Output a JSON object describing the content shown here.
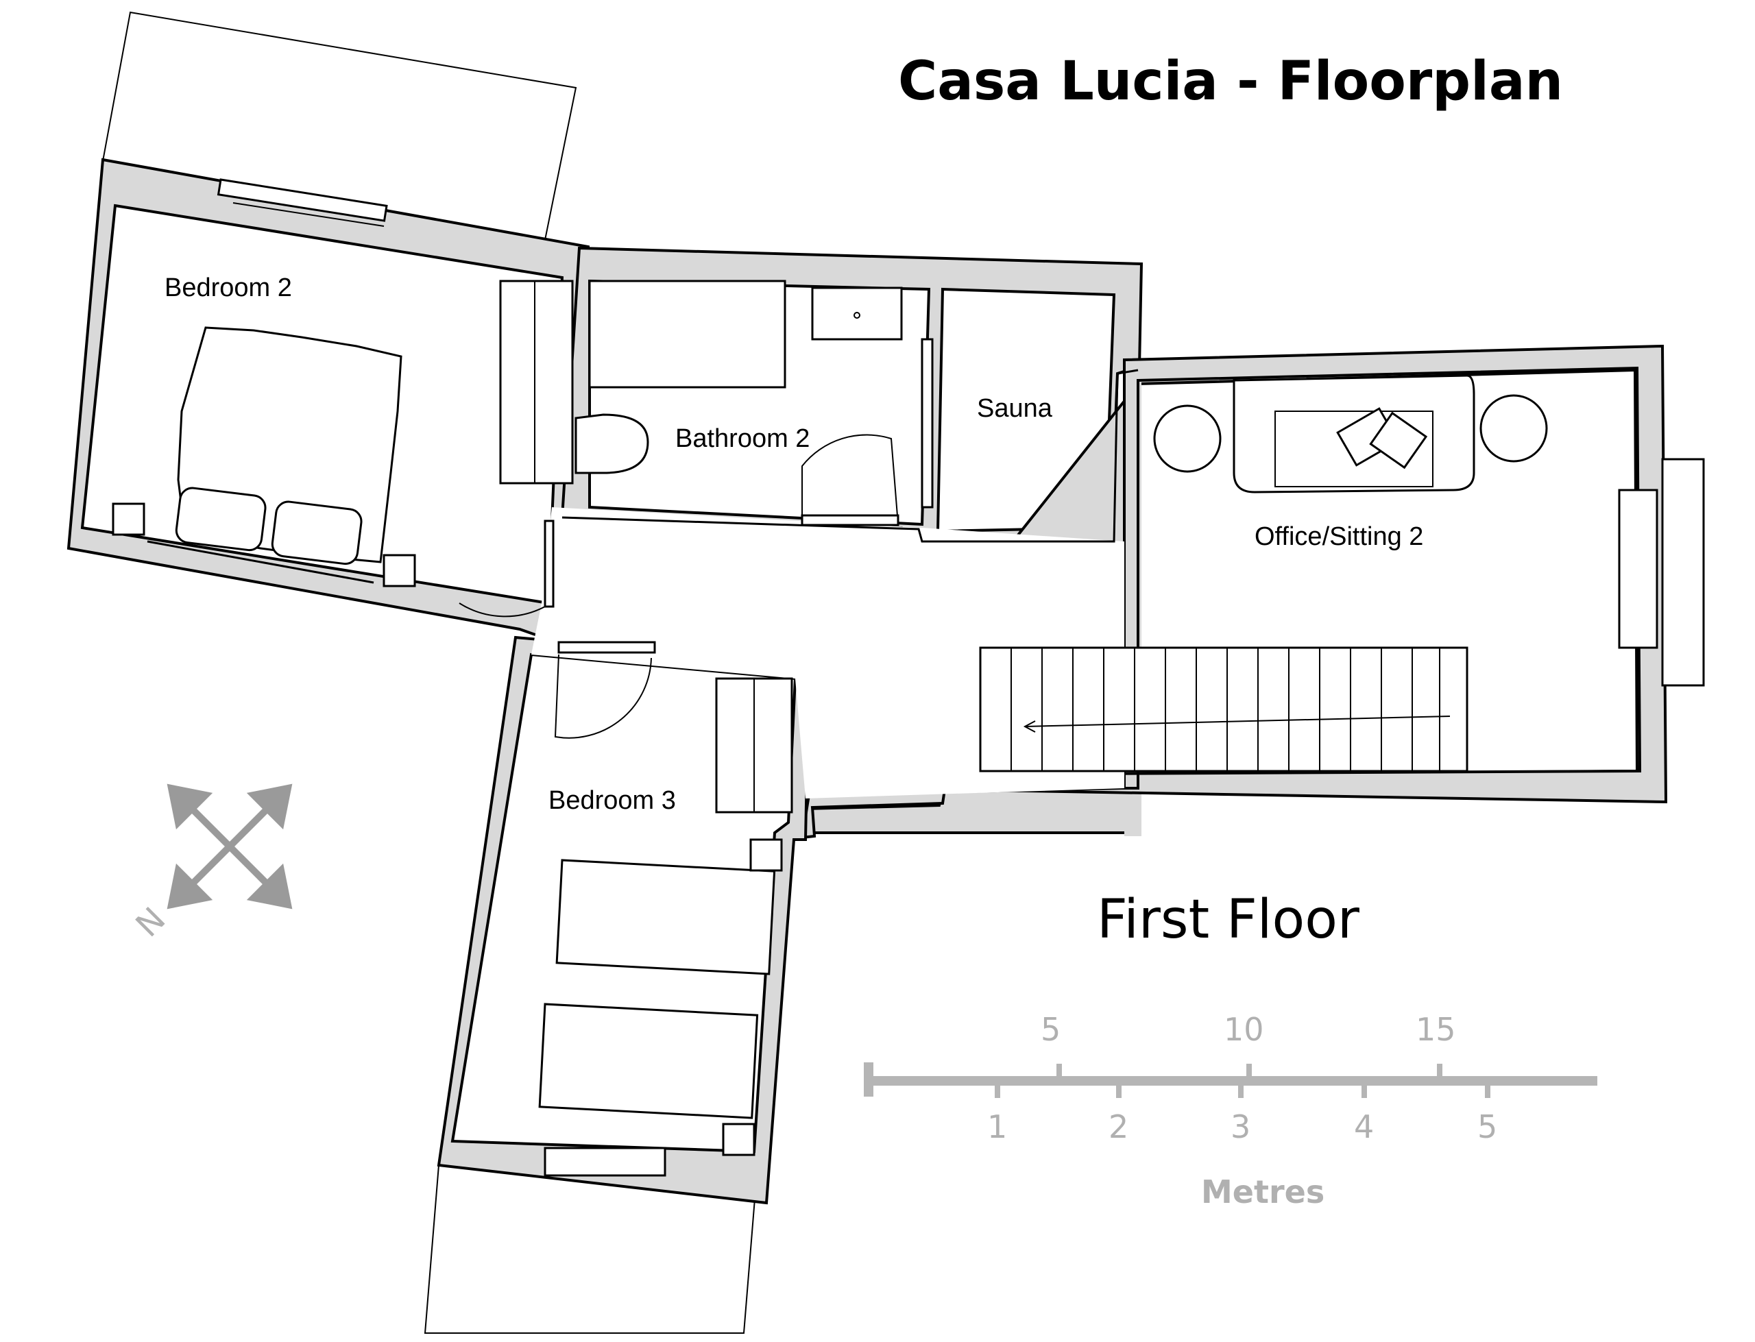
{
  "title": "Casa Lucia - Floorplan",
  "floor_label": "First Floor",
  "rooms": {
    "bedroom2": "Bedroom 2",
    "bathroom2": "Bathroom 2",
    "sauna": "Sauna",
    "office": "Office/Sitting 2",
    "bedroom3": "Bedroom 3"
  },
  "scale_bar": {
    "feet_ticks": [
      "5",
      "10",
      "15"
    ],
    "metre_ticks": [
      "1",
      "2",
      "3",
      "4",
      "5"
    ],
    "unit": "Metres"
  },
  "compass_letter": "N",
  "colors": {
    "wall_fill": "#d9d9d9",
    "line": "#000000",
    "scale_gray": "#b0b0b0"
  }
}
